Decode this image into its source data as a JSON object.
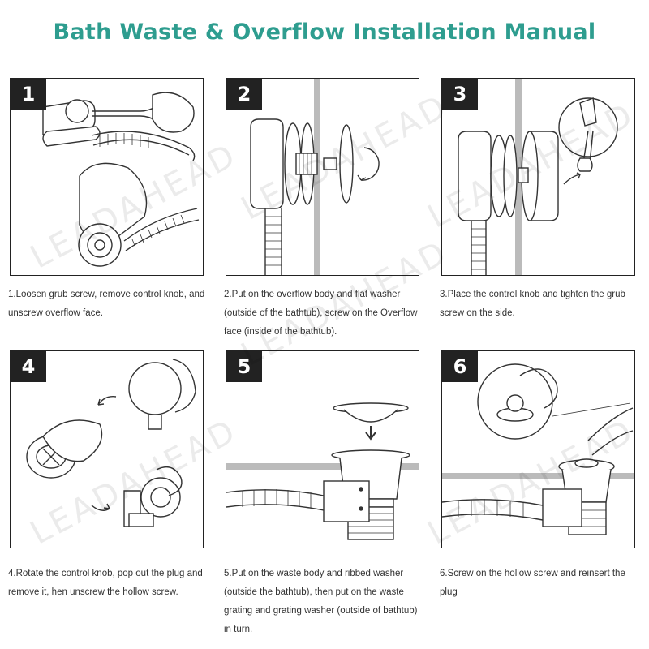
{
  "title": "Bath Waste & Overflow Installation Manual",
  "accent_color": "#2e9d8f",
  "watermark": "LEADAHEAD",
  "steps": [
    {
      "number": "1",
      "caption": "1.Loosen grub screw, remove control knob, and unscrew overflow face."
    },
    {
      "number": "2",
      "caption": "2.Put on the overflow body and flat washer (outside of the bathtub), screw on the Overflow face (inside of the bathtub)."
    },
    {
      "number": "3",
      "caption": "3.Place the control knob and tighten the grub screw on the side."
    },
    {
      "number": "4",
      "caption": "4.Rotate the control knob, pop out the plug and remove it, hen unscrew the hollow screw."
    },
    {
      "number": "5",
      "caption": "5.Put on the waste body and ribbed washer (outside the bathtub), then put on the waste grating and grating washer (outside of bathtub) in turn."
    },
    {
      "number": "6",
      "caption": "6.Screw on the hollow screw and reinsert the plug"
    }
  ]
}
